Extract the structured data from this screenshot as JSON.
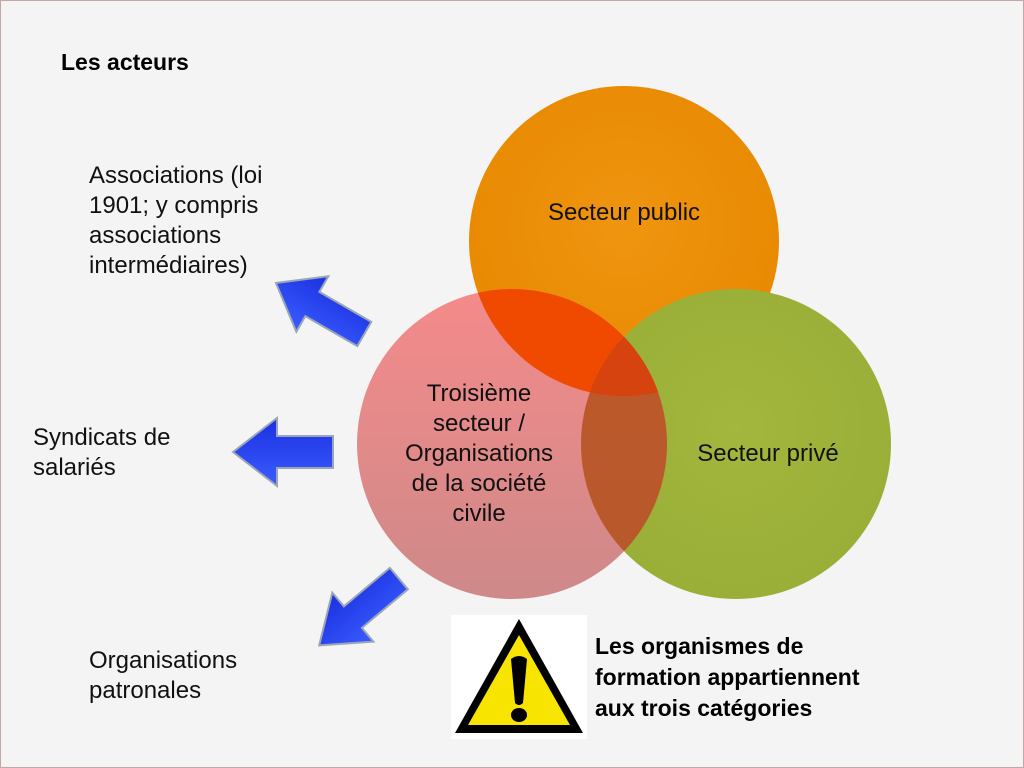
{
  "title": "Les acteurs",
  "circles": {
    "public": "Secteur public",
    "prive": "Secteur privé",
    "tiers": [
      "Troisième",
      "secteur /",
      "Organisations",
      "de la société",
      "civile"
    ]
  },
  "labels": {
    "associations": [
      "Associations (loi",
      "1901; y compris",
      "associations",
      "intermédiaires)"
    ],
    "syndicats": [
      "Syndicats de",
      "salariés"
    ],
    "patronales": [
      "Organisations",
      "patronales"
    ]
  },
  "warning": [
    "Les organismes de",
    "formation appartiennent",
    "aux trois catégories"
  ],
  "colors": {
    "public": "#ea8c00",
    "prive": "#9db33a",
    "tiers": "#ee7070",
    "arrow": "#1f3fff",
    "warning": "#f7e400"
  },
  "icons": {
    "warning": "warning-icon",
    "arrow": "left-arrow-icon"
  }
}
